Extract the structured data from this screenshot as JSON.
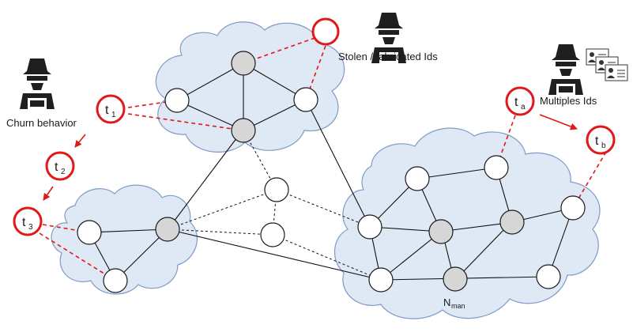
{
  "labels": {
    "churn": "Churn behavior",
    "stolen": "Stolen / fabricated Ids",
    "multiples": "Multiples Ids",
    "nman_main": "N",
    "nman_sub": "man"
  },
  "time_markers": [
    {
      "main": "t",
      "sub": "1"
    },
    {
      "main": "t",
      "sub": "2"
    },
    {
      "main": "t",
      "sub": "3"
    },
    {
      "main": "t",
      "sub": "a"
    },
    {
      "main": "t",
      "sub": "b"
    }
  ],
  "icons": [
    "spy-icon",
    "id-card-icon"
  ],
  "colors": {
    "cloud_fill": "#dfe8f5",
    "cloud_stroke": "#7f9bc7",
    "attack_red": "#e01818",
    "honest_node": "#ffffff",
    "malicious_node": "#d6d6d6"
  }
}
